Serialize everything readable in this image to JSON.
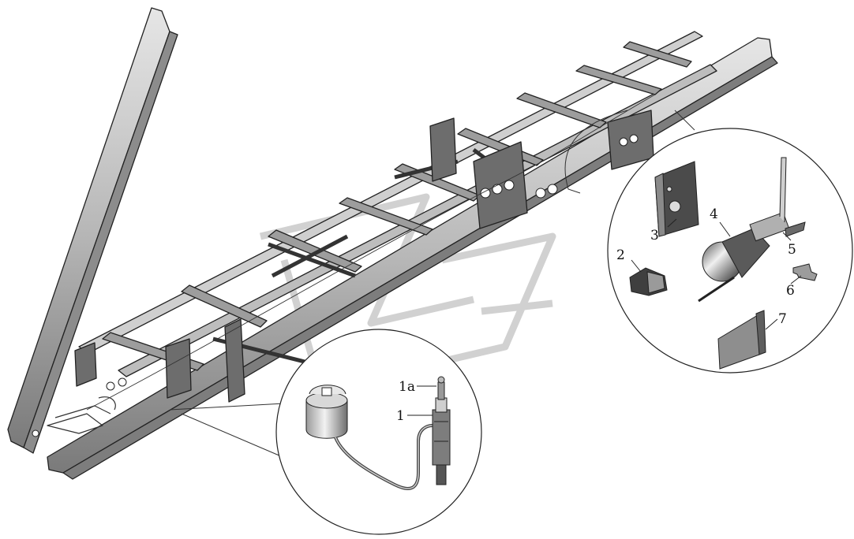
{
  "colors": {
    "background": "#ffffff",
    "line": "#222222",
    "frame_light": "#d8d8d8",
    "frame_mid": "#a9a9a9",
    "frame_dark": "#6a6a6a",
    "watermark": "#cfcfcf"
  },
  "callouts": {
    "c1": "1",
    "c1a": "1a",
    "c2": "2",
    "c3": "3",
    "c4": "4",
    "c5": "5",
    "c6": "6",
    "c7": "7"
  },
  "icons": {
    "detail_circle_left": "magnified-detail-circle",
    "detail_circle_right": "magnified-detail-circle",
    "watermark": "brand-logo-watermark"
  }
}
